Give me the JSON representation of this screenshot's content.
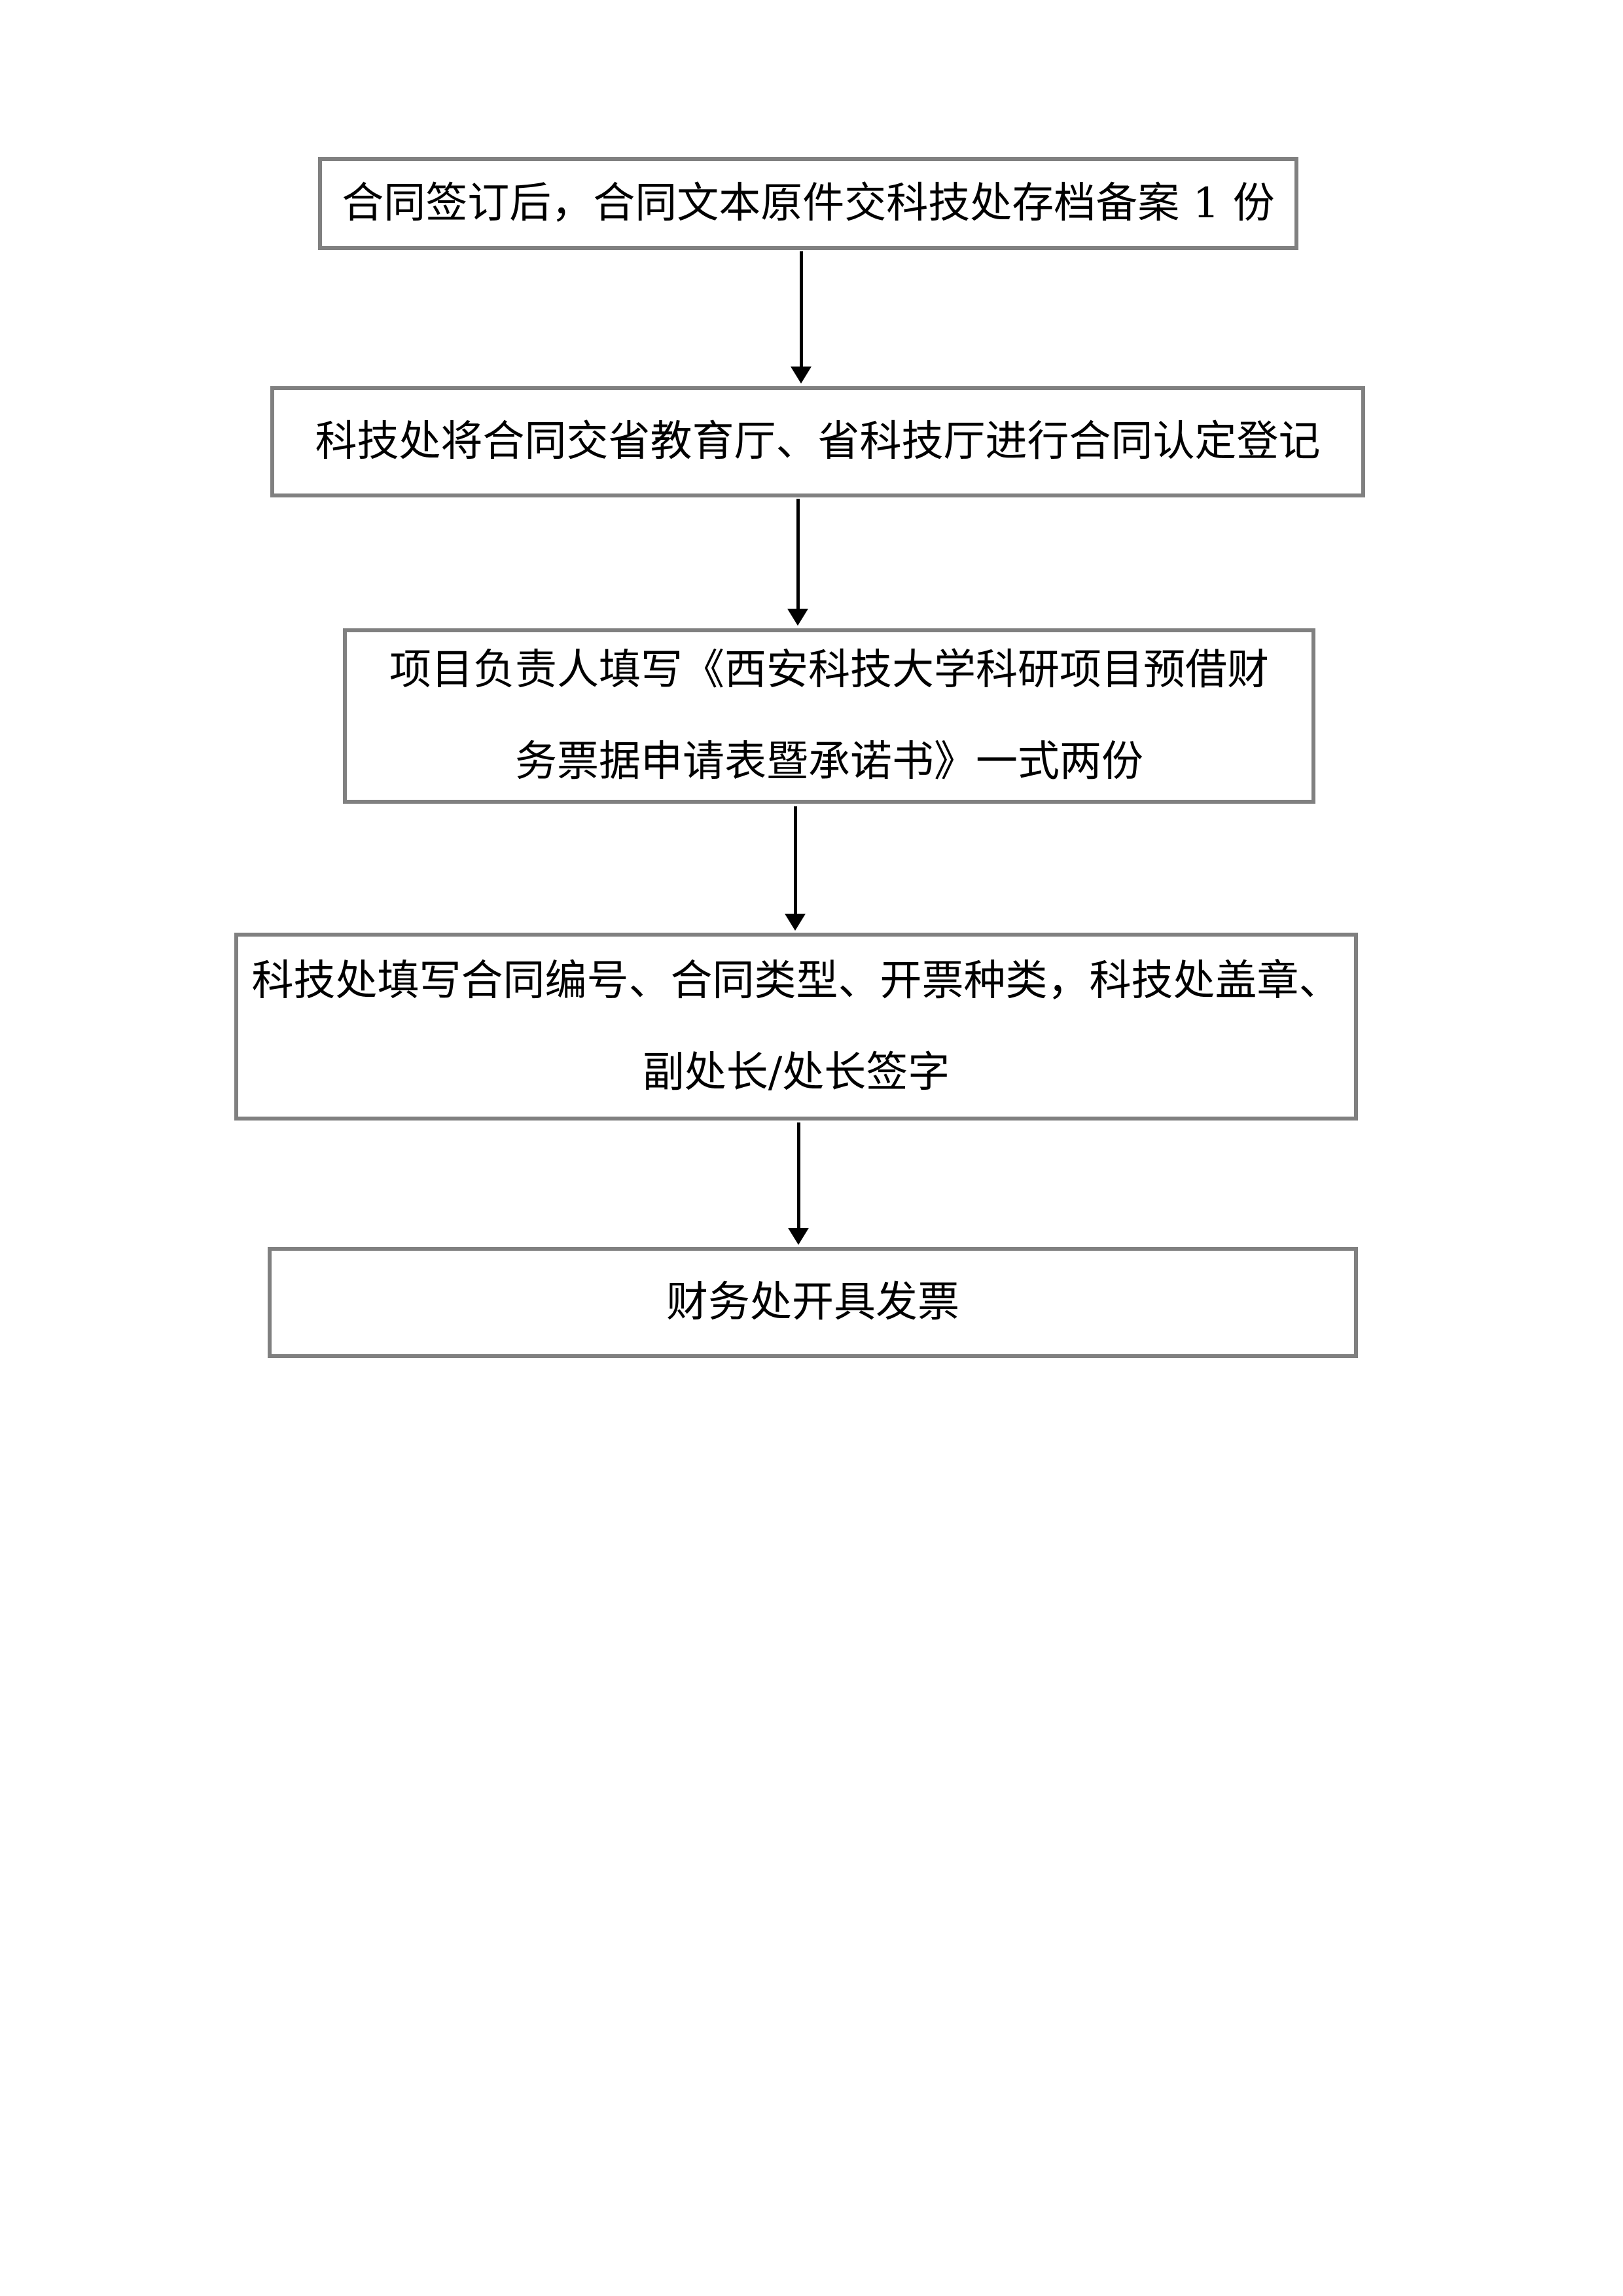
{
  "colors": {
    "page_background": "#ffffff",
    "box_fill": "#ffffff",
    "box_border": "#808080",
    "text": "#000000",
    "arrow": "#000000"
  },
  "flowchart": {
    "steps": [
      {
        "lines": [
          "合同签订后，合同文本原件交科技处存档备案 1 份"
        ]
      },
      {
        "lines": [
          "科技处将合同交省教育厅、省科技厅进行合同认定登记"
        ]
      },
      {
        "lines": [
          "项目负责人填写《西安科技大学科研项目预借财",
          "务票据申请表暨承诺书》一式两份"
        ]
      },
      {
        "lines": [
          "科技处填写合同编号、合同类型、开票种类，科技处盖章、",
          "副处长/处长签字"
        ]
      },
      {
        "lines": [
          "财务处开具发票"
        ]
      }
    ]
  }
}
